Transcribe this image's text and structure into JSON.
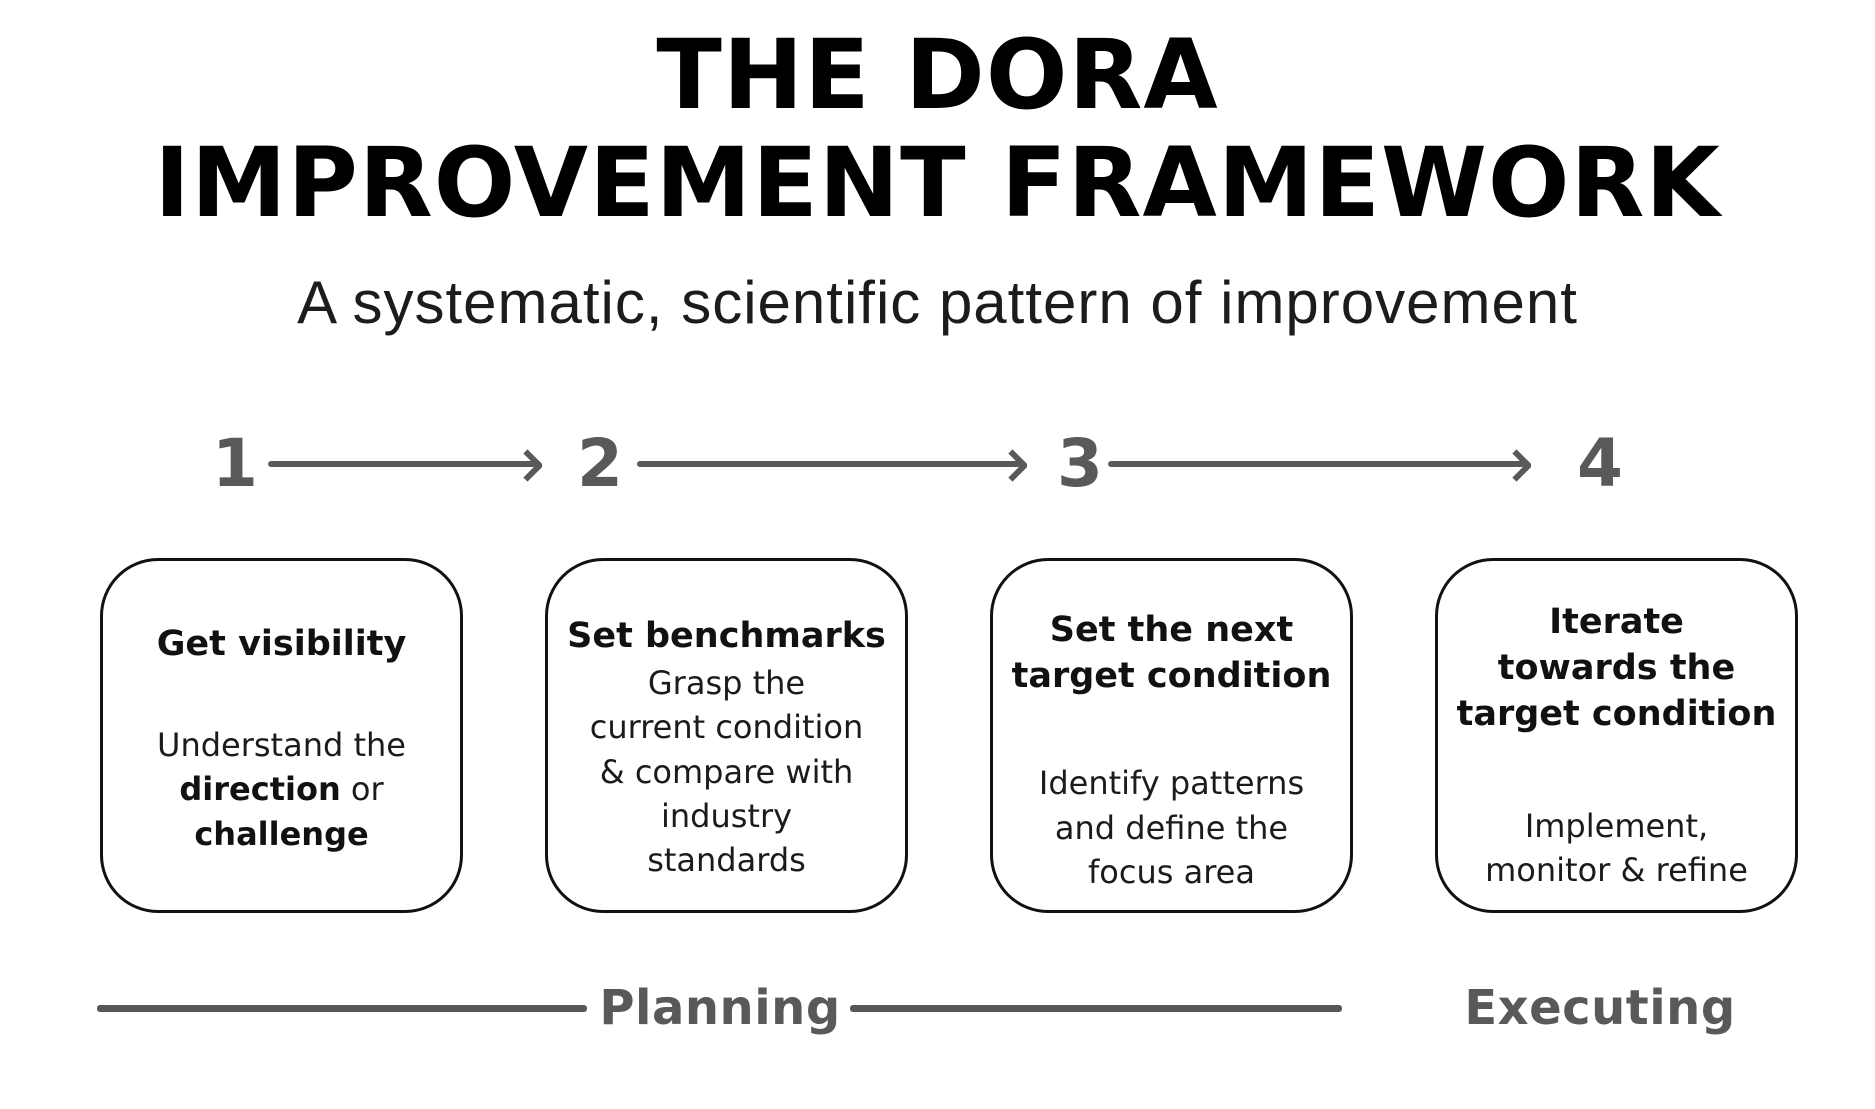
{
  "title": {
    "line1": "THE DORA",
    "line2": "IMPROVEMENT FRAMEWORK"
  },
  "subtitle": "A systematic, scientific pattern of improvement",
  "colors": {
    "text": "#111111",
    "muted_gray": "#58595b",
    "background": "#ffffff"
  },
  "steps": [
    {
      "number": "1",
      "heading_lines": [
        "Get visibility"
      ],
      "body": [
        [
          {
            "text": "Understand the",
            "bold": false
          }
        ],
        [
          {
            "text": "direction",
            "bold": true
          },
          {
            "text": " or",
            "bold": false
          }
        ],
        [
          {
            "text": "challenge",
            "bold": true
          }
        ]
      ]
    },
    {
      "number": "2",
      "heading_lines": [
        "Set benchmarks"
      ],
      "body": [
        [
          {
            "text": "Grasp the",
            "bold": false
          }
        ],
        [
          {
            "text": "current condition",
            "bold": false
          }
        ],
        [
          {
            "text": "& compare with",
            "bold": false
          }
        ],
        [
          {
            "text": "industry",
            "bold": false
          }
        ],
        [
          {
            "text": "standards",
            "bold": false
          }
        ]
      ]
    },
    {
      "number": "3",
      "heading_lines": [
        "Set the next",
        "target condition"
      ],
      "body": [
        [
          {
            "text": "Identify patterns",
            "bold": false
          }
        ],
        [
          {
            "text": "and define the",
            "bold": false
          }
        ],
        [
          {
            "text": "focus area",
            "bold": false
          }
        ]
      ]
    },
    {
      "number": "4",
      "heading_lines": [
        "Iterate",
        "towards the",
        "target condition"
      ],
      "body": [
        [
          {
            "text": "Implement,",
            "bold": false
          }
        ],
        [
          {
            "text": "monitor & refine",
            "bold": false
          }
        ]
      ]
    }
  ],
  "phases": [
    {
      "label": "Planning"
    },
    {
      "label": "Executing"
    }
  ]
}
